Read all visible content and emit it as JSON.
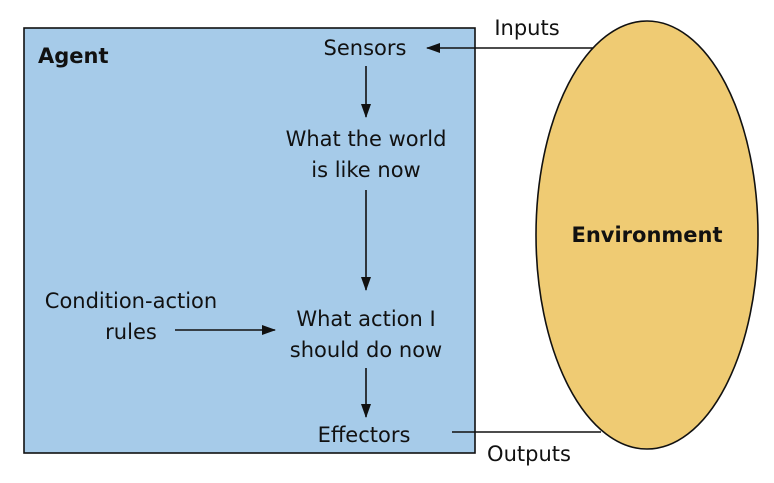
{
  "colors": {
    "agent_fill": "#a6cbe9",
    "environment_fill": "#efcb73",
    "stroke": "#111111"
  },
  "agent": {
    "title": "Agent"
  },
  "environment": {
    "label": "Environment"
  },
  "nodes": {
    "sensors": "Sensors",
    "world_line1": "What the world",
    "world_line2": "is like now",
    "rules_line1": "Condition-action",
    "rules_line2": "rules",
    "action_line1": "What action I",
    "action_line2": "should do now",
    "effectors": "Effectors"
  },
  "connections": {
    "inputs": "Inputs",
    "outputs": "Outputs"
  }
}
